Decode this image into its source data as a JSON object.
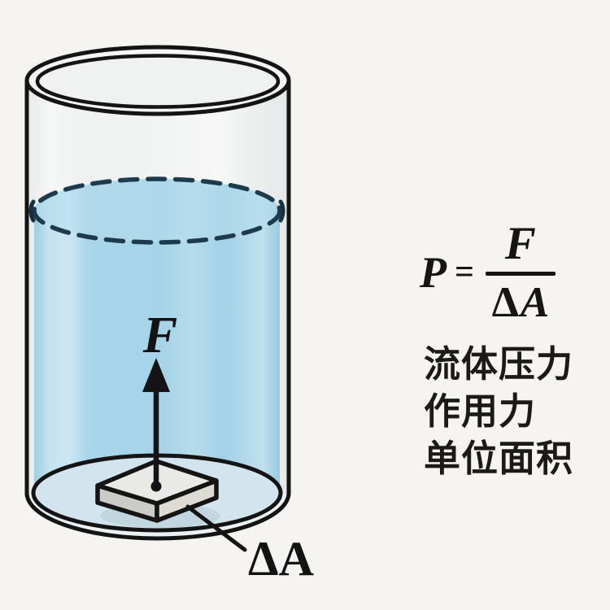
{
  "figure": {
    "force_label": "F",
    "area_label": "ΔA"
  },
  "formula": {
    "lhs": "P",
    "equals": "=",
    "numerator": "F",
    "denominator_delta": "Δ",
    "denominator_letter": "A"
  },
  "legend": {
    "line1": "流体压力",
    "line2": "作用力",
    "line3": "单位面积"
  },
  "colors": {
    "background": "#f6f4f0",
    "outline": "#141414",
    "water_blue": "#a8d4e8",
    "water_highlight": "#cde7f3",
    "surface_dash": "#1e3b4c",
    "floor_pale_blue": "#d2e5ee",
    "glass_gray": "#eff1f1",
    "plate_top": "#e9e9e5",
    "plate_side_dark": "#ccccc6",
    "plate_side_light": "#dddbd4",
    "text_black": "#171513"
  }
}
